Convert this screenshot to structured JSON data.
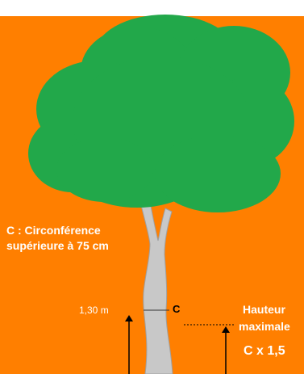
{
  "colors": {
    "background": "#ff7f00",
    "foliage": "#22a84a",
    "foliage_outline": "#1a8a3c",
    "trunk": "#c8c8c8",
    "trunk_outline": "#a0a0a0",
    "arrow": "#000000",
    "label_text": "#ffffff",
    "frame": "#ffffff"
  },
  "labels": {
    "circumference_line1": "C : Circonférence",
    "circumference_line2": "supérieure à 75 cm",
    "measure_height": "1,30 m",
    "circumference_marker": "C",
    "max_height_line1": "Hauteur",
    "max_height_line2": "maximale",
    "max_height_formula": "C x 1,5"
  }
}
